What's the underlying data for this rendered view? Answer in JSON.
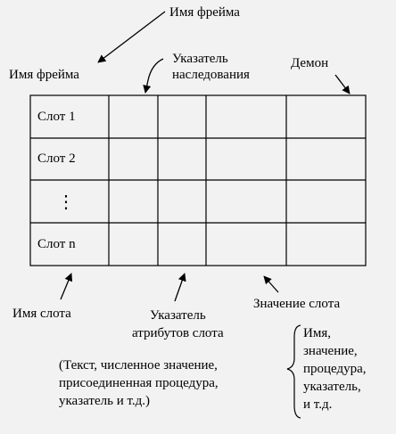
{
  "frame_name_top": "Имя фрейма",
  "frame_name_left": "Имя фрейма",
  "inheritance_pointer": "Указатель\nнаследования",
  "daemon": "Демон",
  "slots": [
    "Слот 1",
    "Слот 2",
    "⋮",
    "Слот n"
  ],
  "slot_name": "Имя слота",
  "attribute_pointer": "Указатель\nатрибутов слота",
  "slot_value": "Значение слота",
  "attribute_examples": "(Текст, численное значение,\nприсоединенная процедура,\nуказатель и т.д.)",
  "value_examples": "Имя,\nзначение,\nпроцедура,\nуказатель,\nи т.д."
}
